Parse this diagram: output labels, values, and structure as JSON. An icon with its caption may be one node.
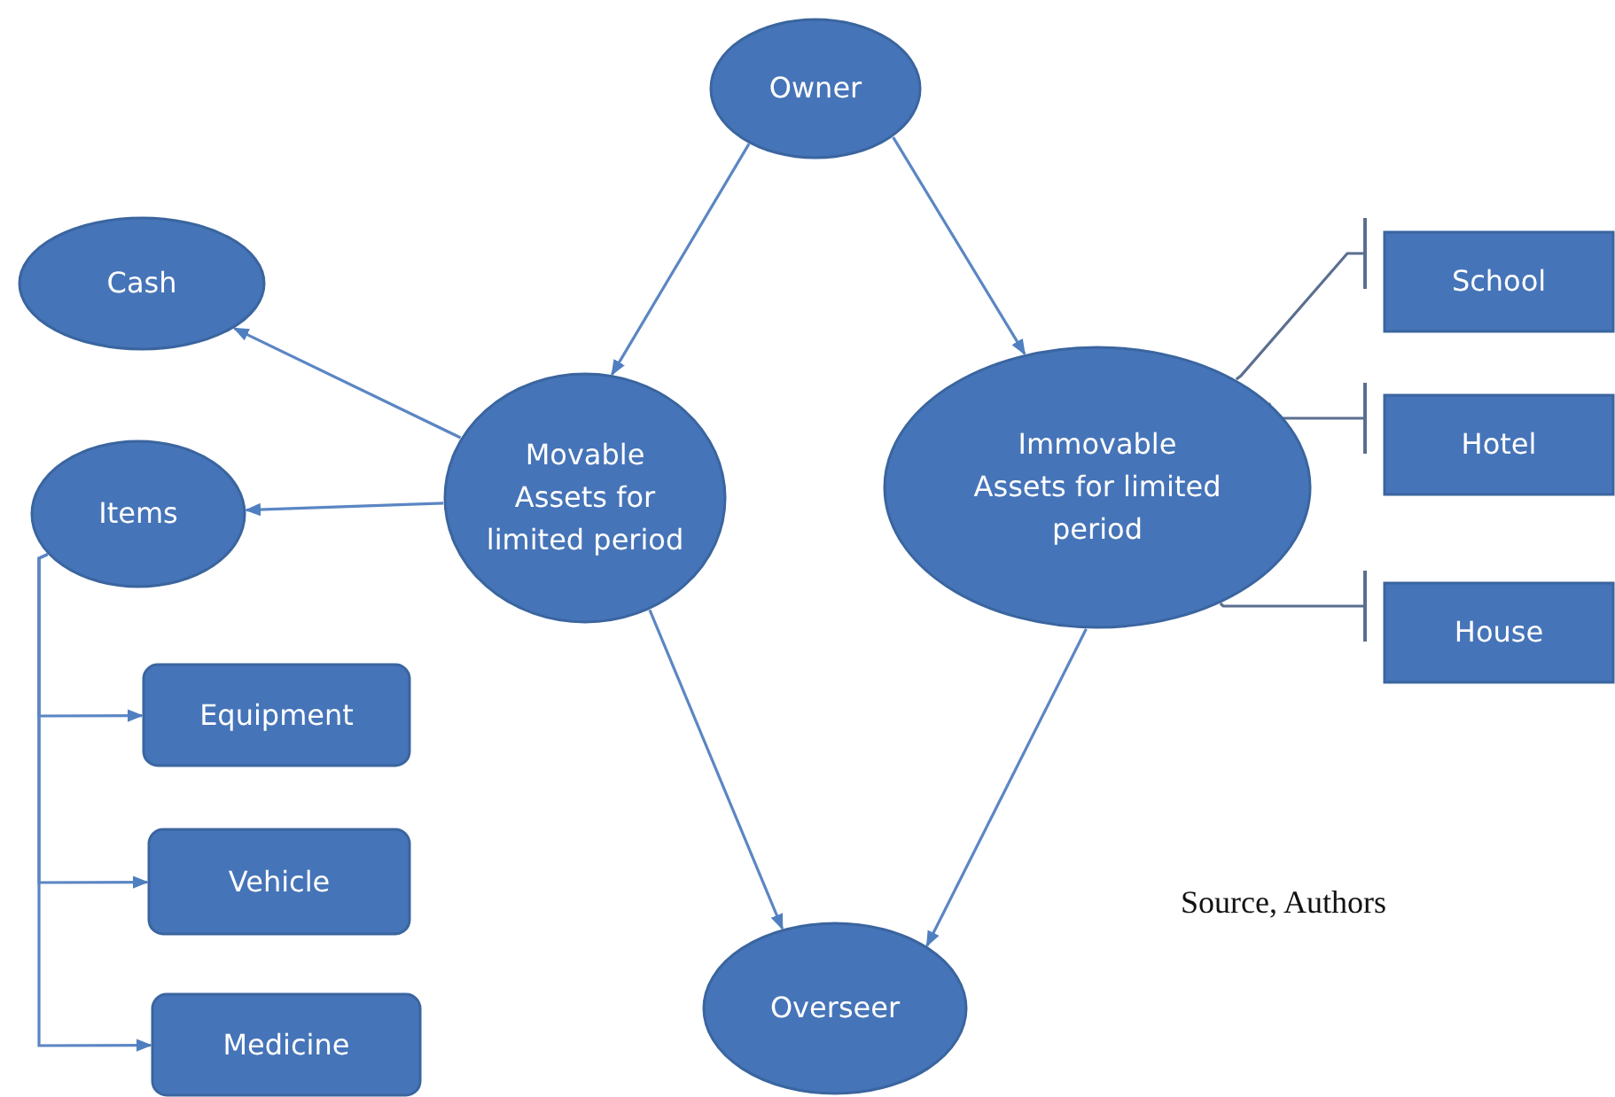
{
  "diagram": {
    "nodes": [
      {
        "text": [
          "Owner"
        ]
      },
      {
        "text": [
          "Cash"
        ]
      },
      {
        "text": [
          "Movable Assets for limited period"
        ]
      },
      {
        "text": [
          "Immovable Assets for limited period"
        ]
      },
      {
        "text": [
          "School"
        ]
      },
      {
        "text": [
          "Hotel"
        ]
      },
      {
        "text": [
          "Items"
        ]
      },
      {
        "text": [
          "House"
        ]
      },
      {
        "text": [
          "Equipment"
        ]
      },
      {
        "text": [
          "Vehicle"
        ]
      },
      {
        "text": [
          "Overseer"
        ]
      },
      {
        "text": [
          "Medicine"
        ]
      }
    ],
    "edges": [
      {
        "from": 0,
        "to": 2,
        "arrow": "to"
      },
      {
        "from": 0,
        "to": 3,
        "arrow": "to"
      },
      {
        "from": 2,
        "to": 1,
        "arrow": "to"
      },
      {
        "from": 2,
        "to": 6,
        "arrow": "to"
      },
      {
        "from": 3,
        "to": 4,
        "arrow": "other"
      },
      {
        "from": 3,
        "to": 5,
        "arrow": "other"
      },
      {
        "from": 3,
        "to": 7,
        "arrow": "other"
      },
      {
        "from": 6,
        "to": 8,
        "arrow": "to"
      },
      {
        "from": 6,
        "to": 9,
        "arrow": "to"
      },
      {
        "from": 6,
        "to": 11,
        "arrow": "to"
      },
      {
        "from": 2,
        "to": 10,
        "arrow": "to"
      },
      {
        "from": 3,
        "to": 10,
        "arrow": "to"
      }
    ],
    "labels": [
      "Source, Authors"
    ]
  }
}
